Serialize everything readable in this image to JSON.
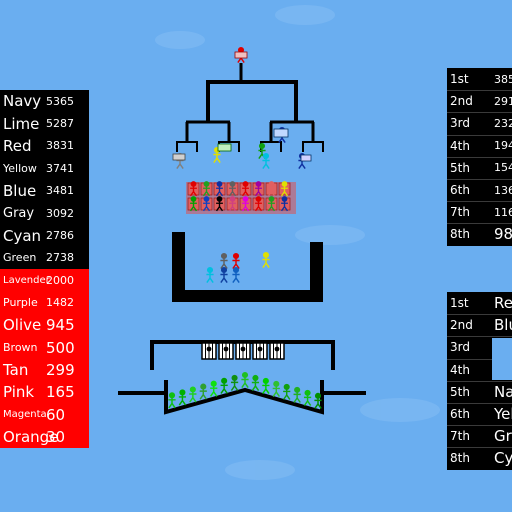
{
  "colors": {
    "sky": "#6aaef0",
    "black": "#000000",
    "red": "#ff0000",
    "white": "#ffffff"
  },
  "leaderboard": [
    {
      "name": "Navy",
      "score": "5365",
      "size": "big"
    },
    {
      "name": "Lime",
      "score": "5287",
      "size": "big"
    },
    {
      "name": "Red",
      "score": "3831",
      "size": "big"
    },
    {
      "name": "Yellow",
      "score": "3741",
      "size": "small"
    },
    {
      "name": "Blue",
      "score": "3481",
      "size": "big"
    },
    {
      "name": "Gray",
      "score": "3092",
      "size": "mid"
    },
    {
      "name": "Cyan",
      "score": "2786",
      "size": "big"
    },
    {
      "name": "Green",
      "score": "2738",
      "size": "small"
    },
    {
      "name": "Lavender",
      "score": "2000",
      "size": "tiny"
    },
    {
      "name": "Purple",
      "score": "1482",
      "size": "small"
    },
    {
      "name": "Olive",
      "score": "945",
      "size": "big"
    },
    {
      "name": "Brown",
      "score": "500",
      "size": "small"
    },
    {
      "name": "Tan",
      "score": "299",
      "size": "big"
    },
    {
      "name": "Pink",
      "score": "165",
      "size": "big"
    },
    {
      "name": "Magenta",
      "score": "60",
      "size": "tiny"
    },
    {
      "name": "Orange",
      "score": "30",
      "size": "big"
    }
  ],
  "placings_top": [
    {
      "rank": "1st",
      "value": "385"
    },
    {
      "rank": "2nd",
      "value": "291"
    },
    {
      "rank": "3rd",
      "value": "232"
    },
    {
      "rank": "4th",
      "value": "194"
    },
    {
      "rank": "5th",
      "value": "154"
    },
    {
      "rank": "6th",
      "value": "136"
    },
    {
      "rank": "7th",
      "value": "116"
    },
    {
      "rank": "8th",
      "value": "98"
    }
  ],
  "placings_bottom": [
    {
      "rank": "1st",
      "value": "Re"
    },
    {
      "rank": "2nd",
      "value": "Blu"
    },
    {
      "rank": "3rd",
      "value": ""
    },
    {
      "rank": "4th",
      "value": ""
    },
    {
      "rank": "5th",
      "value": "Na"
    },
    {
      "rank": "6th",
      "value": "Yell"
    },
    {
      "rank": "7th",
      "value": "Gra"
    },
    {
      "rank": "8th",
      "value": "Cy"
    }
  ],
  "bracket": {
    "champion": "#e00000",
    "semifinal_left": [
      "#808080",
      "#e0e000"
    ],
    "semifinal_right": [
      "#10a010",
      "#00c0e0"
    ],
    "quarter_left": [
      "#606060",
      "#d0d000"
    ],
    "quarter_right": [
      "#108010",
      "#1030a0"
    ]
  },
  "arena": {
    "fighters": [
      "#606060",
      "#e00000",
      "#e0e000",
      "#00c0e0",
      "#1040a0",
      "#1060c0"
    ]
  },
  "crowd_colors": [
    "#e00000",
    "#20a020",
    "#1030a0",
    "#606060",
    "#e00000",
    "#a000a0",
    "#e06060",
    "#e0e000",
    "#00a000",
    "#1040c0",
    "#000000",
    "#d04080",
    "#e000e0"
  ],
  "bottom_crowd_colors": [
    "#10c010",
    "#00b000",
    "#20d020",
    "#30a030",
    "#10e010",
    "#00a000",
    "#109010",
    "#20c020",
    "#10b010",
    "#00d000",
    "#30c030",
    "#10a010",
    "#20b020",
    "#10c010",
    "#009000"
  ]
}
